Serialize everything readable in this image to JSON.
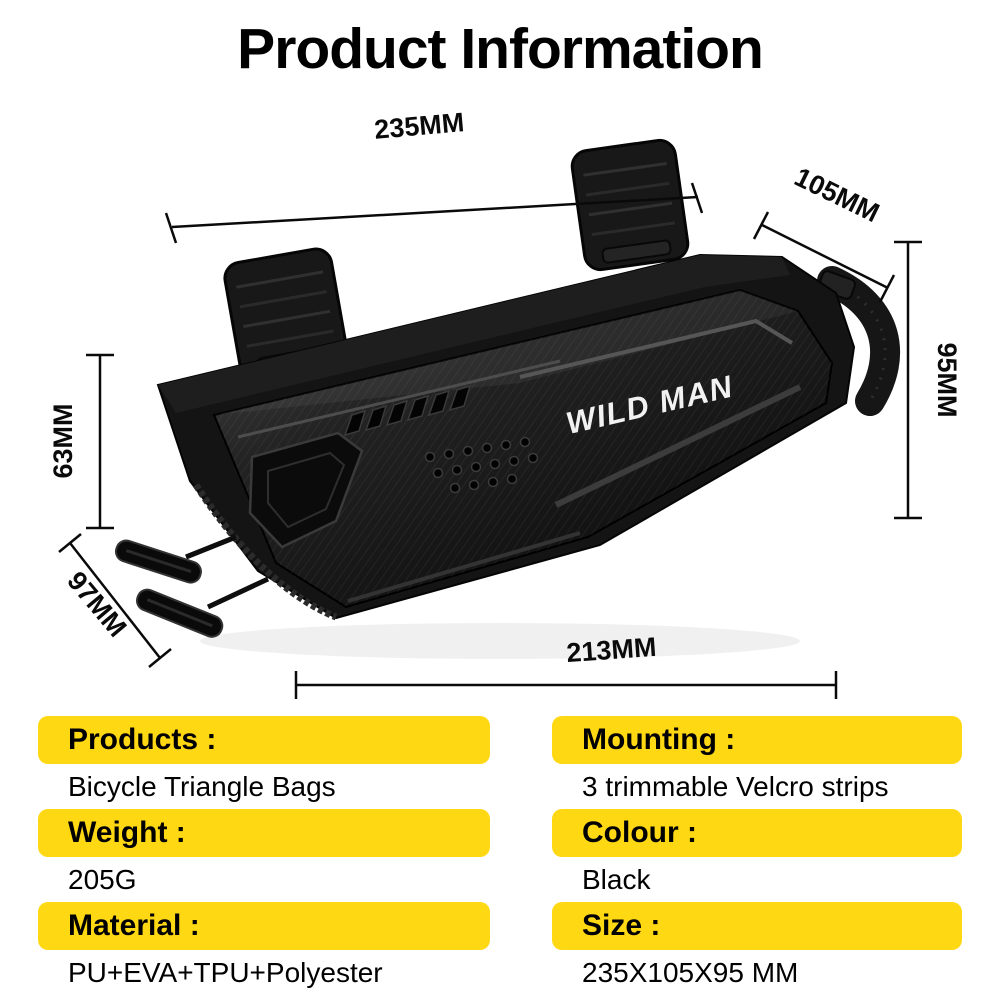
{
  "title": "Product Information",
  "product": {
    "brand": "WILD MAN"
  },
  "dimensions": {
    "top": "235MM",
    "top_right": "105MM",
    "right": "95MM",
    "left": "63MM",
    "bottom_left": "97MM",
    "bottom": "213MM"
  },
  "colors": {
    "accent_yellow": "#ffd814",
    "bag_black": "#141414"
  },
  "specs": [
    {
      "label": "Products :",
      "value": "Bicycle Triangle Bags"
    },
    {
      "label": "Mounting :",
      "value": "3 trimmable Velcro strips"
    },
    {
      "label": "Weight :",
      "value": "205G"
    },
    {
      "label": "Colour :",
      "value": "Black"
    },
    {
      "label": "Material :",
      "value": "PU+EVA+TPU+Polyester"
    },
    {
      "label": "Size :",
      "value": "235X105X95 MM"
    }
  ]
}
